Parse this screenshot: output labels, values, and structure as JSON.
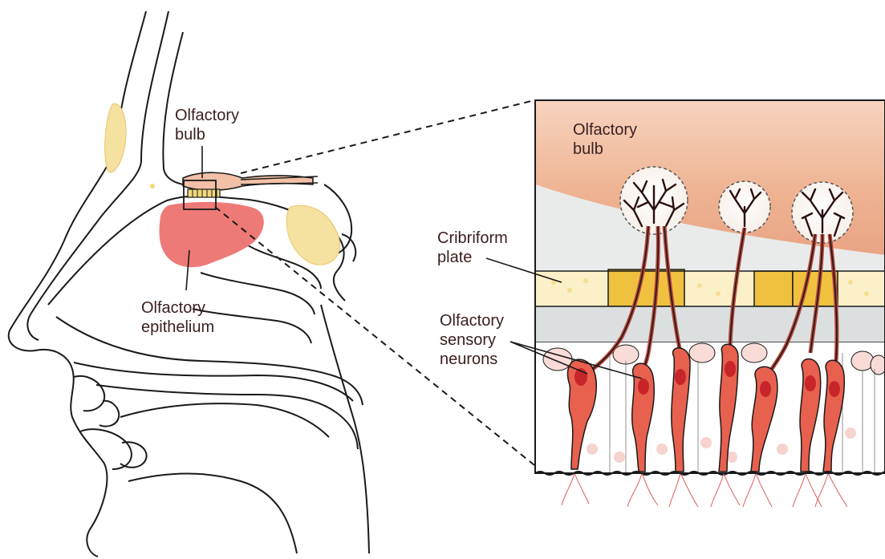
{
  "labels": {
    "olfactory_bulb_left": [
      "Olfactory",
      "bulb"
    ],
    "olfactory_epithelium": [
      "Olfactory",
      "epithelium"
    ],
    "olfactory_bulb_right": [
      "Olfactory",
      "bulb"
    ],
    "cribriform_plate": [
      "Cribriform",
      "plate"
    ],
    "olfactory_sensory_neurons": [
      "Olfactory",
      "sensory",
      "neurons"
    ]
  },
  "colors": {
    "outline": "#1a1a1a",
    "bulb_fill": "#f2c0a6",
    "bulb_fill_light": "#fbe3d2",
    "epithelium_fill": "#ee7a78",
    "bone_yellow": "#f3d77a",
    "bone_dark": "#e4b43a",
    "neuron_fill": "#e8604e",
    "nucleus": "#c8252a",
    "cell_pink": "#f9dcd8",
    "gray_band": "#d9dcdc"
  }
}
